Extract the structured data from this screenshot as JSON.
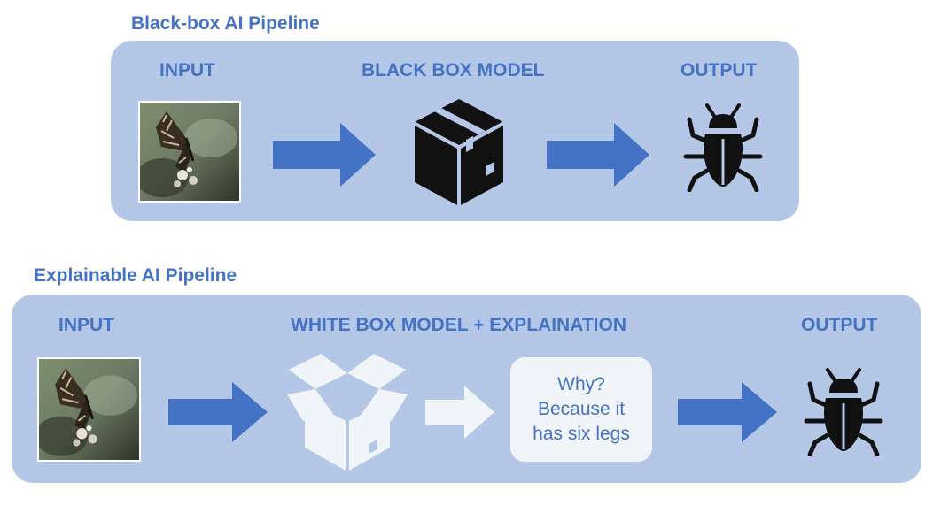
{
  "black_box_pipeline": {
    "title": "Black-box AI Pipeline",
    "input_label": "INPUT",
    "model_label": "BLACK BOX MODEL",
    "output_label": "OUTPUT",
    "input_image_icon": "butterfly-photo",
    "model_icon": "closed-box-icon",
    "output_icon": "bug-icon"
  },
  "explainable_pipeline": {
    "title": "Explainable AI Pipeline",
    "input_label": "INPUT",
    "model_label": "WHITE BOX MODEL + EXPLAINATION",
    "output_label": "OUTPUT",
    "explanation_lines": [
      "Why?",
      "Because it",
      "has six legs"
    ],
    "input_image_icon": "butterfly-photo",
    "model_icon": "open-box-icon",
    "output_icon": "bug-icon"
  },
  "colors": {
    "accent": "#4472c4",
    "panel": "#b4c7e7",
    "arrow": "#4472c4",
    "light_arrow": "#f1f4f9",
    "icon": "#111111"
  }
}
